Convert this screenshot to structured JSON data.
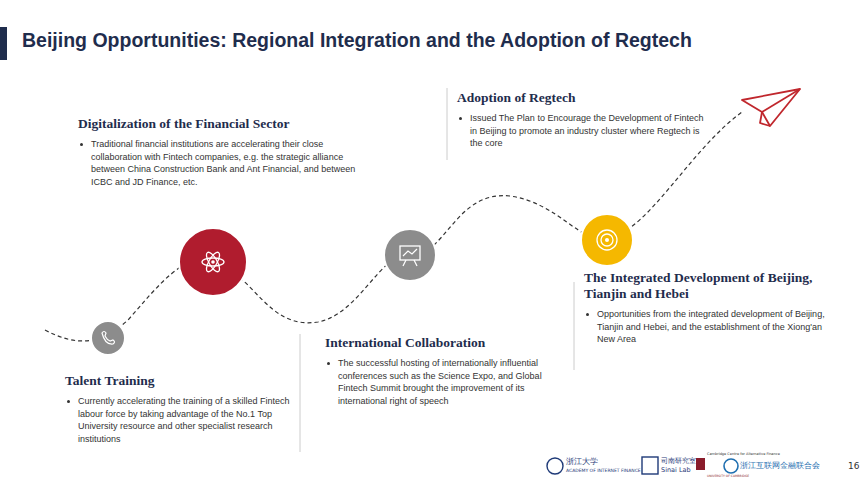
{
  "diagram": {
    "title": "Beijing Opportunities: Regional Integration and the Adoption of Regtech",
    "nodes": [
      {
        "text": [
          "Talent Training",
          "Currently accelerating the training of a skilled Fintech labour force by taking advantage of the No.1 Top University resource and other specialist research institutions"
        ]
      },
      {
        "text": [
          "Digitalization of the Financial Sector",
          "Traditional financial institutions are accelerating their close collaboration with Fintech companies, e.g. the strategic alliance between China Construction Bank and Ant Financial, and between ICBC and JD Finance, etc."
        ]
      },
      {
        "text": [
          "International Collaboration",
          "The successful hosting of internationally influential conferences such as the Science Expo, and Global Fintech Summit brought the improvement of its international right of speech"
        ]
      },
      {
        "text": [
          "Adoption of Regtech",
          "Issued The Plan to Encourage the Development of Fintech in Beijing to promote an industry cluster where Regtech is the core"
        ]
      },
      {
        "text": [
          "The Integrated Development of Beijing, Tianjin and Hebei",
          "Opportunities from the integrated development of Beijing, Tianjin and Hebei, and the establishment of the Xiong'an New Area"
        ]
      }
    ],
    "labels": [
      "浙江大学",
      "ACADEMY OF INTERNET FINANCE",
      "司南研究室",
      "Sinai Lab",
      "Cambridge Centre for Alternative Finance",
      "UNIVERSITY OF CAMBRIDGE",
      "浙江互联网金融联合会",
      "16"
    ]
  }
}
